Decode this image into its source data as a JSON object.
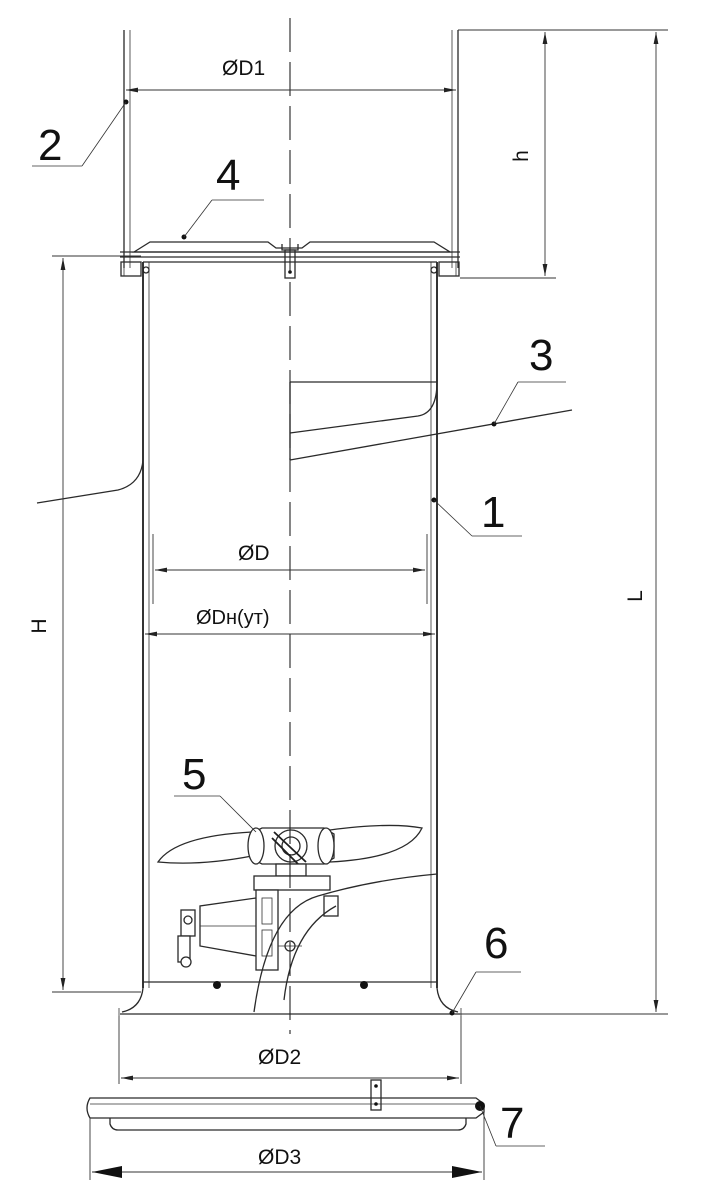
{
  "callouts": [
    "1",
    "2",
    "3",
    "4",
    "5",
    "6",
    "7"
  ],
  "dimensions": {
    "D1": "ØD1",
    "D": "ØD",
    "Dn": "ØDн(ут)",
    "D2": "ØD2",
    "D3": "ØD3",
    "h": "h",
    "H": "H",
    "L": "L"
  }
}
